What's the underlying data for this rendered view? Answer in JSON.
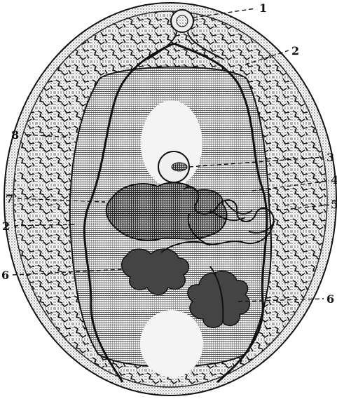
{
  "figure": {
    "labels": [
      {
        "id": "l1",
        "text": "1"
      },
      {
        "id": "l2a",
        "text": "2"
      },
      {
        "id": "l8",
        "text": "8"
      },
      {
        "id": "l3",
        "text": "3"
      },
      {
        "id": "l7",
        "text": "7"
      },
      {
        "id": "l4",
        "text": "4"
      },
      {
        "id": "l5",
        "text": "5"
      },
      {
        "id": "l2b",
        "text": "2"
      },
      {
        "id": "l6a",
        "text": "6"
      },
      {
        "id": "l6b",
        "text": "6"
      }
    ]
  }
}
